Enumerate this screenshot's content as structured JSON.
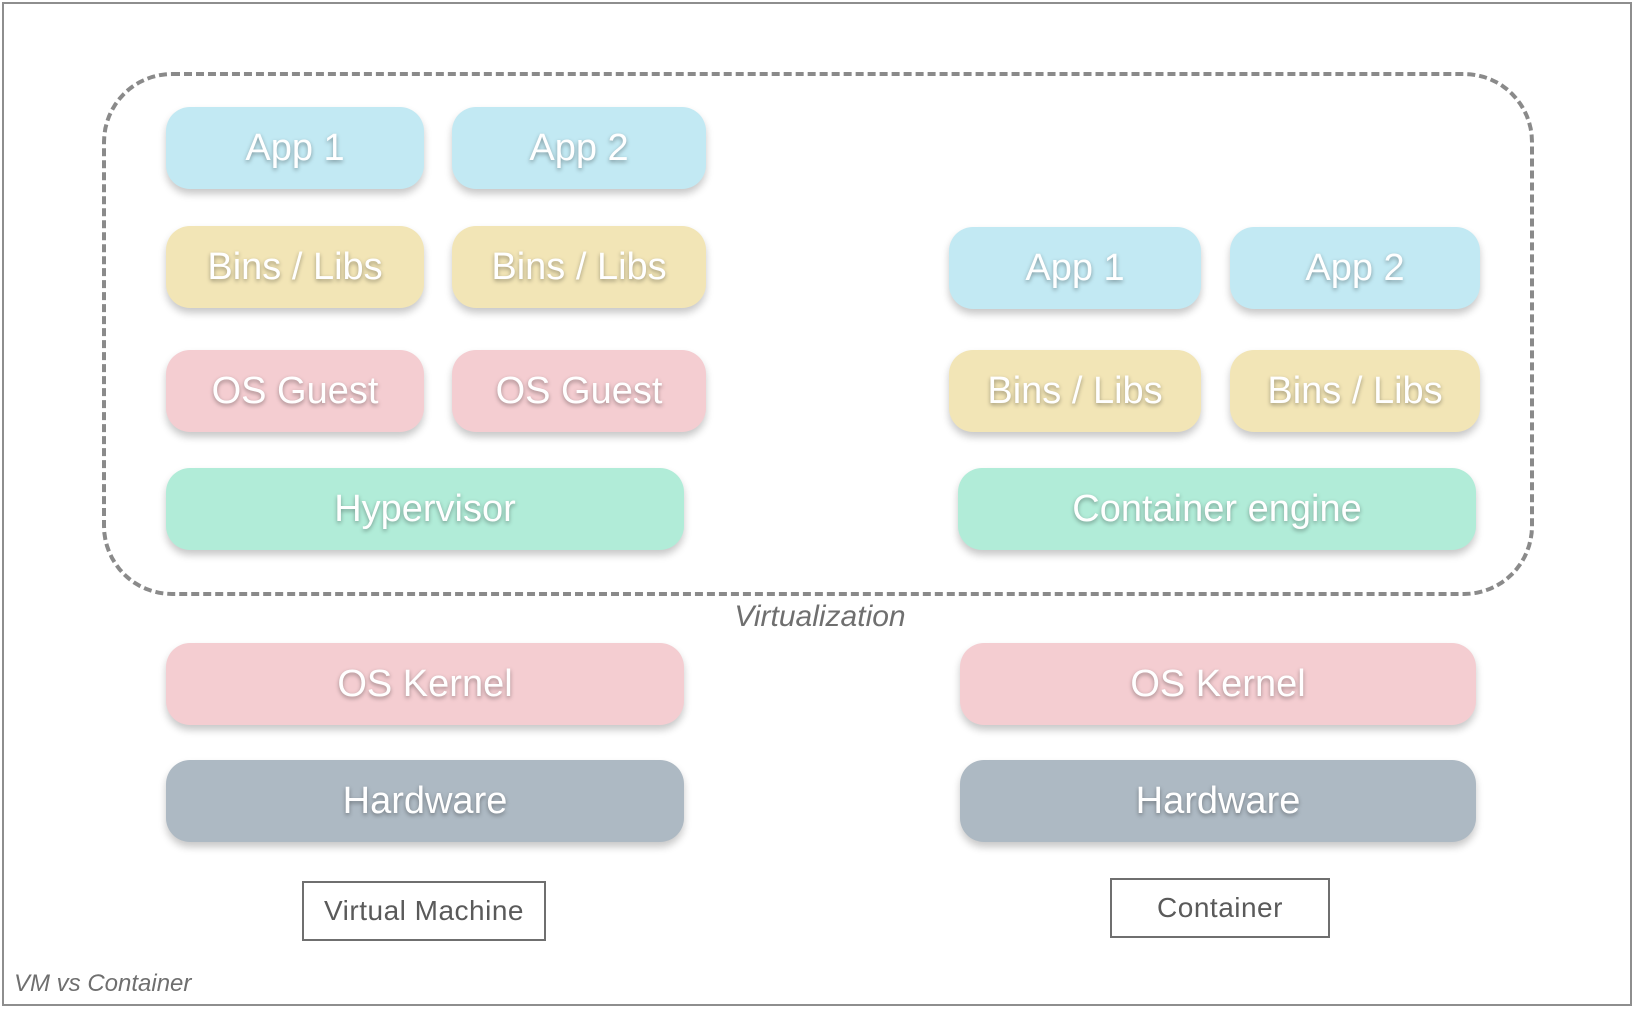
{
  "virtual_machine": {
    "apps": [
      "App 1",
      "App 2"
    ],
    "libs": [
      "Bins / Libs",
      "Bins / Libs"
    ],
    "guests": [
      "OS Guest",
      "OS Guest"
    ],
    "engine": "Hypervisor",
    "kernel": "OS Kernel",
    "hardware": "Hardware",
    "label": "Virtual Machine"
  },
  "container": {
    "apps": [
      "App 1",
      "App 2"
    ],
    "libs": [
      "Bins / Libs",
      "Bins / Libs"
    ],
    "engine": "Container engine",
    "kernel": "OS Kernel",
    "hardware": "Hardware",
    "label": "Container"
  },
  "virtualization_label": "Virtualization",
  "footer": "VM vs Container",
  "colors": {
    "app": "#c2e9f3",
    "libs": "#f2e5b6",
    "os": "#f4cdd1",
    "engine": "#b1ecd8",
    "hardware": "#adb9c3"
  }
}
